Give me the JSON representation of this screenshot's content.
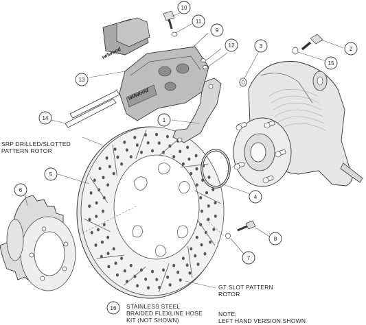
{
  "callouts": [
    {
      "id": "callout-1",
      "num": "1"
    },
    {
      "id": "callout-2",
      "num": "2"
    },
    {
      "id": "callout-3",
      "num": "3"
    },
    {
      "id": "callout-4",
      "num": "4"
    },
    {
      "id": "callout-5",
      "num": "5"
    },
    {
      "id": "callout-6",
      "num": "6"
    },
    {
      "id": "callout-7",
      "num": "7"
    },
    {
      "id": "callout-8",
      "num": "8"
    },
    {
      "id": "callout-9",
      "num": "9"
    },
    {
      "id": "callout-10",
      "num": "10"
    },
    {
      "id": "callout-11",
      "num": "11"
    },
    {
      "id": "callout-12",
      "num": "12"
    },
    {
      "id": "callout-13",
      "num": "13"
    },
    {
      "id": "callout-14",
      "num": "14"
    },
    {
      "id": "callout-15",
      "num": "15"
    },
    {
      "id": "callout-16",
      "num": "16"
    }
  ],
  "labels": {
    "srp_rotor_line1": "SRP DRILLED/SLOTTED",
    "srp_rotor_line2": "PATTERN ROTOR",
    "gt_rotor_line1": "GT SLOT PATTERN",
    "gt_rotor_line2": "ROTOR",
    "hose_line1": "STAINLESS STEEL",
    "hose_line2": "BRAIDED FLEXLINE HOSE",
    "hose_line3": "KIT (NOT SHOWN)",
    "note_line1": "NOTE:",
    "note_line2": "LEFT HAND VERSION SHOWN"
  },
  "brand": {
    "caliper_logo": "wilwood",
    "pad_logo": "wilwood"
  }
}
